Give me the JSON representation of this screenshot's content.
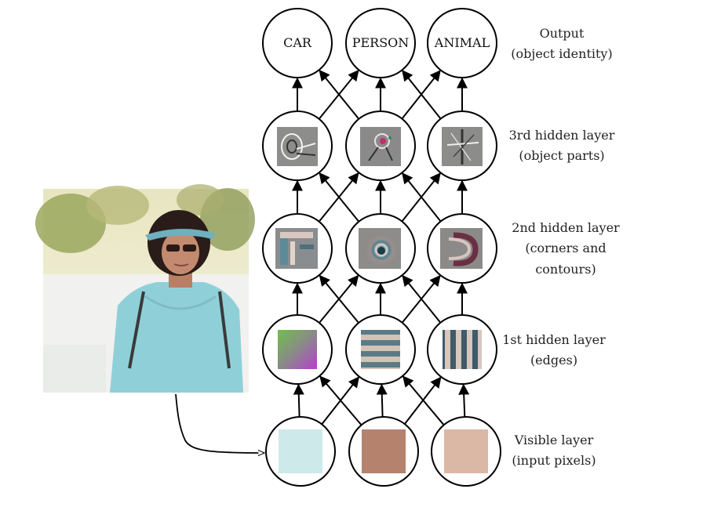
{
  "diagram": {
    "output_nodes": [
      "CAR",
      "PERSON",
      "ANIMAL"
    ],
    "layer_labels": [
      {
        "line1": "Output",
        "line2": "(object identity)",
        "line3": ""
      },
      {
        "line1": "3rd hidden layer",
        "line2": "(object parts)",
        "line3": ""
      },
      {
        "line1": "2nd hidden layer",
        "line2": "(corners and",
        "line3": "contours)"
      },
      {
        "line1": "1st hidden layer",
        "line2": "(edges)",
        "line3": ""
      },
      {
        "line1": "Visible layer",
        "line2": "(input pixels)",
        "line3": ""
      }
    ],
    "pixel_colors": [
      "#cde9ea",
      "#b5826e",
      "#dbb8a5"
    ]
  }
}
